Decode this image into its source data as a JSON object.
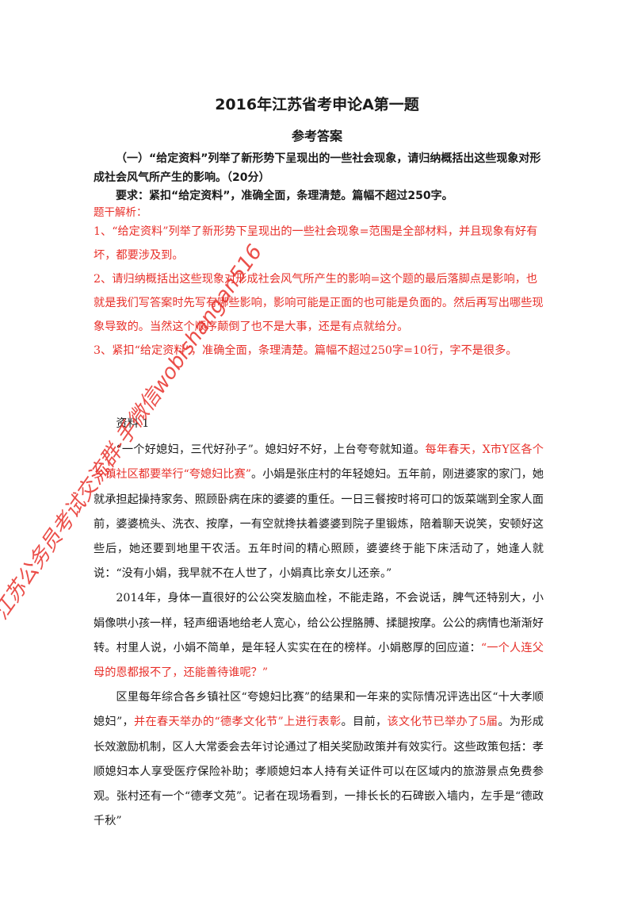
{
  "document": {
    "title": "2016年江苏省考申论A第一题",
    "subtitle": "参考答案",
    "question": {
      "line1": "（一）“给定资料”列举了新形势下呈现出的一些社会现象，请归纳概括出这些现象对形",
      "line2": "成社会风气所产生的影响。（20分）"
    },
    "requirement": "要求：紧扣“给定资料”，准确全面，条理清楚。篇幅不超过250字。",
    "analysis": {
      "heading": "题干解析：",
      "items": [
        "1、“给定资料”列举了新形势下呈现出的一些社会现象=范围是全部材料，并且现象有好有坏，都要涉及到。",
        "2、请归纳概括出这些现象对形成社会风气所产生的影响=这个题的最后落脚点是影响，也就是我们写答案时先写有哪些影响，影响可能是正面的也可能是负面的。然后再写出哪些现象导致的。当然这个顺序颠倒了也不是大事，还是有点就给分。",
        "3、紧扣“给定资料”，准确全面，条理清楚。篇幅不超过250字=10行，字不是很多。"
      ]
    },
    "material": {
      "title": "资料 1",
      "p1": {
        "a": "“一个好媳妇，三代好孙子”。媳妇好不好，上台夸夸就知道。",
        "b": "每年春天，X市Y区各个乡镇社区都要举行“夸媳妇比赛”",
        "c": "。小娟是张庄村的年轻媳妇。五年前，刚进婆家的家门，她就承担起操持家务、照顾卧病在床的婆婆的重任。一日三餐按时将可口的饭菜端到全家人面前，婆婆梳头、洗衣、按摩，一有空就搀扶着婆婆到院子里锻炼，陪着聊天说笑，安顿好这些后，她还要到地里干农活。五年时间的精心照顾，婆婆终于能下床活动了，她逢人就说：“没有小娟，我早就不在人世了，小娟真比亲女儿还亲。”"
      },
      "p2": {
        "a": "2014年，身体一直很好的公公突发脑血栓，不能走路，不会说话，脾气还特别大，小娟像哄小孩一样，轻声细语地给老人宽心，给公公捏胳膊、揉腿按摩。公公的病情也渐渐好转。村里人说，小娟不简单，是年轻人实实在在的榜样。小娟憨厚的回应道：",
        "b": "“一个人连父母的恩都报不了，还能善待谁呢？”"
      },
      "p3": {
        "a": "区里每年综合各乡镇社区“夸媳妇比赛”的结果和一年来的实际情况评选出区“十大孝顺媳妇”，",
        "b": "并在春天举办的“德孝文化节”上进行表彰",
        "c": "。目前，",
        "d": "该文化节已举办了5届",
        "e": "。为形成长效激励机制，区人大常委会去年讨论通过了相关奖励政策并有效实行。这些政策包括：孝顺媳妇本人享受医疗保险补助；孝顺媳妇本人持有关证件可以在区域内的旅游景点免费参观。张村还有一个“德孝文苑”。记者在现场看到，一排长长的石碑嵌入墙内，左手是“德政千秋”"
      }
    },
    "watermark": "江苏公务员考试交流群-手微信wobishangan516"
  },
  "colors": {
    "annotation_red": "#e8302a",
    "text": "#1a1a1a",
    "background": "#ffffff"
  }
}
